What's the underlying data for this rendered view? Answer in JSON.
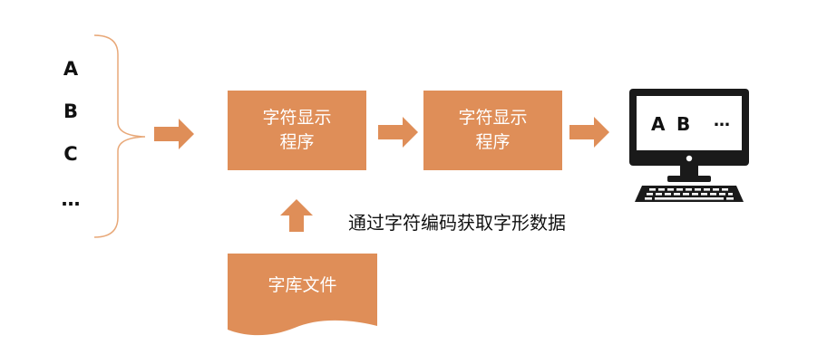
{
  "input_chars": [
    "A",
    "B",
    "C",
    "…"
  ],
  "process_boxes": [
    {
      "label": "字符显示\n程序"
    },
    {
      "label": "字符显示\n程序"
    }
  ],
  "font_file": {
    "label": "字库文件"
  },
  "caption": "通过字符编码获取字形数据",
  "monitor": {
    "text_a": "A",
    "text_b": "B",
    "ellipsis": "…"
  },
  "colors": {
    "accent": "#df8e58",
    "brace": "#e8a878",
    "dark": "#1a1a1a"
  }
}
